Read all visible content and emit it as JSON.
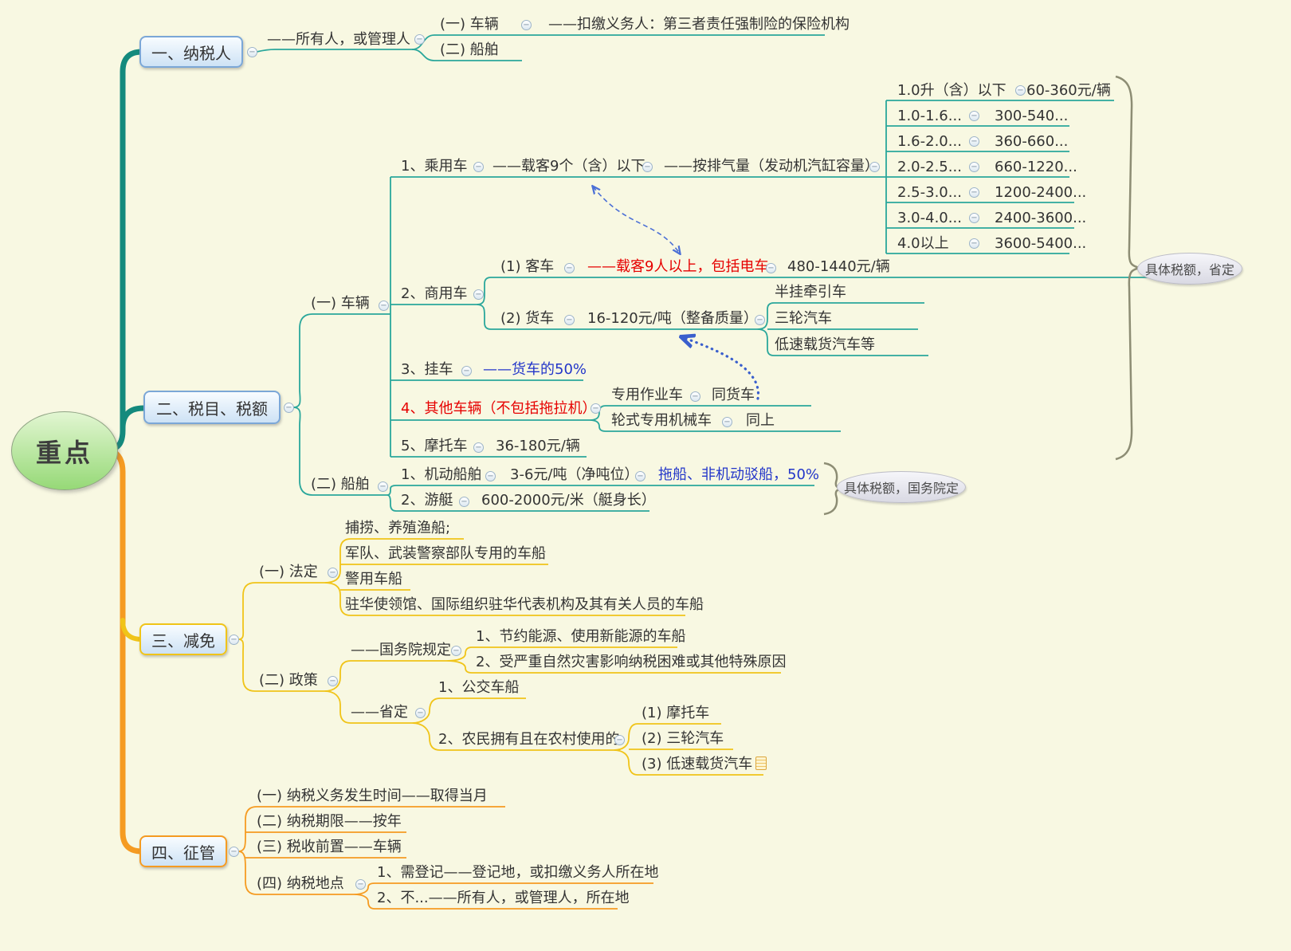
{
  "ui": {
    "minus": "−"
  },
  "root": {
    "label": "重点"
  },
  "callouts": {
    "province": "具体税额，省定",
    "state": "具体税额，国务院定"
  },
  "b1": {
    "title": "一、纳税人",
    "owner": "——所有人，或管理人",
    "vehicle": "(一) 车辆",
    "vehicle_note": "——扣缴义务人：第三者责任强制险的保险机构",
    "ship": "(二) 船舶"
  },
  "b2": {
    "title": "二、税目、税额",
    "vehicle": "(一) 车辆",
    "passenger": {
      "label": "1、乘用车",
      "note": "——载客9个（含）以下",
      "by": "——按排气量（发动机汽缸容量）",
      "rows": [
        {
          "range": "1.0升（含）以下",
          "amount": "60-360元/辆"
        },
        {
          "range": "1.0-1.6...",
          "amount": "300-540..."
        },
        {
          "range": "1.6-2.0...",
          "amount": "360-660..."
        },
        {
          "range": "2.0-2.5...",
          "amount": "660-1220..."
        },
        {
          "range": "2.5-3.0...",
          "amount": "1200-2400..."
        },
        {
          "range": "3.0-4.0...",
          "amount": "2400-3600..."
        },
        {
          "range": "4.0以上",
          "amount": "3600-5400..."
        }
      ]
    },
    "commercial": {
      "label": "2、商用车",
      "bus": {
        "label": "(1) 客车",
        "note": "——载客9人以上，包括电车",
        "amount": "480-1440元/辆"
      },
      "truck": {
        "label": "(2) 货车",
        "amount": "16-120元/吨（整备质量）",
        "types": [
          "半挂牵引车",
          "三轮汽车",
          "低速载货汽车等"
        ]
      }
    },
    "trailer": {
      "label": "3、挂车",
      "note": "——货车的50%"
    },
    "other": {
      "label": "4、其他车辆（不包括拖拉机）",
      "rows": [
        {
          "label": "专用作业车",
          "value": "同货车"
        },
        {
          "label": "轮式专用机械车",
          "value": "同上"
        }
      ]
    },
    "motorcycle": {
      "label": "5、摩托车",
      "amount": "36-180元/辆"
    },
    "ship": {
      "label": "(二) 船舶",
      "motor": {
        "label": "1、机动船舶",
        "amount": "3-6元/吨（净吨位）",
        "note": "拖船、非机动驳船，50%"
      },
      "yacht": {
        "label": "2、游艇",
        "amount": "600-2000元/米（艇身长）"
      }
    }
  },
  "b3": {
    "title": "三、减免",
    "statutory": {
      "label": "(一) 法定",
      "items": [
        "捕捞、养殖渔船;",
        "军队、武装警察部队专用的车船",
        "警用车船",
        "驻华使领馆、国际组织驻华代表机构及其有关人员的车船"
      ]
    },
    "policy": {
      "label": "(二) 政策",
      "state_council": {
        "label": "——国务院规定",
        "items": [
          "1、节约能源、使用新能源的车船",
          "2、受严重自然灾害影响纳税困难或其他特殊原因"
        ]
      },
      "province": {
        "label": "——省定",
        "bus": "1、公交车船",
        "farmer": {
          "label": "2、农民拥有且在农村使用的",
          "items": [
            "(1) 摩托车",
            "(2) 三轮汽车",
            "(3) 低速载货汽车"
          ]
        }
      }
    }
  },
  "b4": {
    "title": "四、征管",
    "items": [
      "(一) 纳税义务发生时间——取得当月",
      "(二) 纳税期限——按年",
      "(三) 税收前置——车辆",
      "(四) 纳税地点"
    ],
    "place": [
      "1、需登记——登记地，或扣缴义务人所在地",
      "2、不...——所有人，或管理人，所在地"
    ]
  },
  "colors": {
    "teal": "#2aa79b",
    "spine_teal": "#148a7d",
    "orange": "#f59b22",
    "yellow": "#f0c419",
    "red": "#e60000",
    "blue": "#2336c9",
    "brace": "#8d8d74"
  }
}
